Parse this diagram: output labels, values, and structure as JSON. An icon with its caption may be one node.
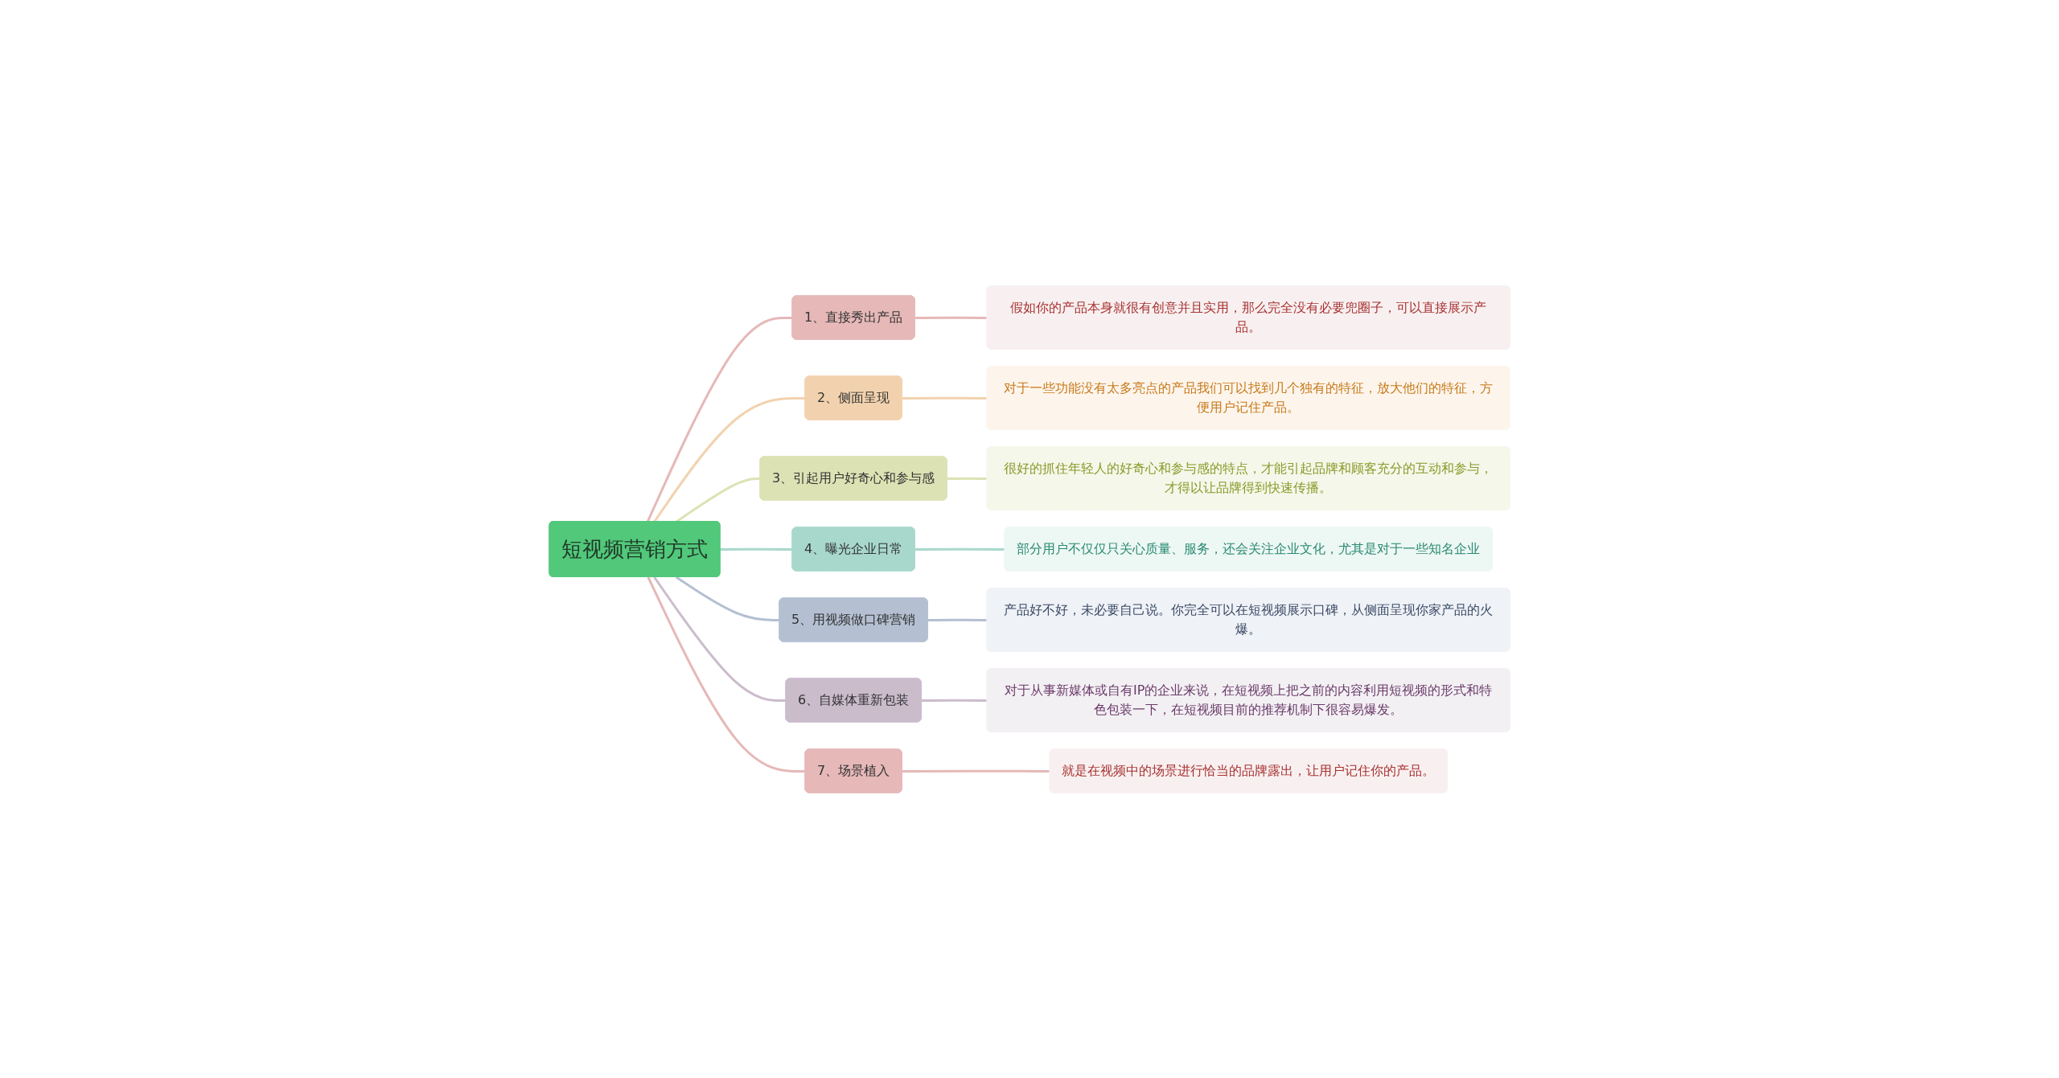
{
  "diagram": {
    "nodes": [
      {
        "text": [
          "短视频营销方式"
        ]
      },
      {
        "text": [
          "1、直接秀出产品"
        ]
      },
      {
        "text": [
          "假如你的产品本身就很有创意并且实用，那么完全没有必要兜圈子，可以直接展示产品。"
        ]
      },
      {
        "text": [
          "2、侧面呈现"
        ]
      },
      {
        "text": [
          "对于一些功能没有太多亮点的产品我们可以找到几个独有的特征，放大他们的特征，方便用户记住产品。"
        ]
      },
      {
        "text": [
          "3、引起用户好奇心和参与感"
        ]
      },
      {
        "text": [
          "很好的抓住年轻人的好奇心和参与感的特点，才能引起品牌和顾客充分的互动和参与，才得以让品牌得到快速传播。"
        ]
      },
      {
        "text": [
          "4、曝光企业日常"
        ]
      },
      {
        "text": [
          "部分用户不仅仅只关心质量、服务，还会关注企业文化，尤其是对于一些知名企业"
        ]
      },
      {
        "text": [
          "5、用视频做口碑营销"
        ]
      },
      {
        "text": [
          "产品好不好，未必要自己说。你完全可以在短视频展示口碑，从侧面呈现你家产品的火爆。"
        ]
      },
      {
        "text": [
          "6、自媒体重新包装"
        ]
      },
      {
        "text": [
          "对于从事新媒体或自有IP的企业来说，在短视频上把之前的内容利用短视频的形式和特色包装一下，在短视频目前的推荐机制下很容易爆发。"
        ]
      },
      {
        "text": [
          "7、场景植入"
        ]
      },
      {
        "text": [
          "就是在视频中的场景进行恰当的品牌露出，让用户记住你的产品。"
        ]
      }
    ],
    "edges": [
      {
        "from": 0,
        "to": 1,
        "arrow": "none",
        "color": "#e6b8b8"
      },
      {
        "from": 1,
        "to": 2,
        "arrow": "none",
        "color": "#e6b8b8"
      },
      {
        "from": 0,
        "to": 3,
        "arrow": "none",
        "color": "#f2d2ae"
      },
      {
        "from": 3,
        "to": 4,
        "arrow": "none",
        "color": "#f2d2ae"
      },
      {
        "from": 0,
        "to": 5,
        "arrow": "none",
        "color": "#dde2b4"
      },
      {
        "from": 5,
        "to": 6,
        "arrow": "none",
        "color": "#dde2b4"
      },
      {
        "from": 0,
        "to": 7,
        "arrow": "none",
        "color": "#a8d8cc"
      },
      {
        "from": 7,
        "to": 8,
        "arrow": "none",
        "color": "#a8d8cc"
      },
      {
        "from": 0,
        "to": 9,
        "arrow": "none",
        "color": "#b4c0d2"
      },
      {
        "from": 9,
        "to": 10,
        "arrow": "none",
        "color": "#b4c0d2"
      },
      {
        "from": 0,
        "to": 11,
        "arrow": "none",
        "color": "#cbbccc"
      },
      {
        "from": 11,
        "to": 12,
        "arrow": "none",
        "color": "#cbbccc"
      },
      {
        "from": 0,
        "to": 13,
        "arrow": "none",
        "color": "#e6b8b8"
      },
      {
        "from": 13,
        "to": 14,
        "arrow": "none",
        "color": "#e6b8b8"
      }
    ]
  }
}
